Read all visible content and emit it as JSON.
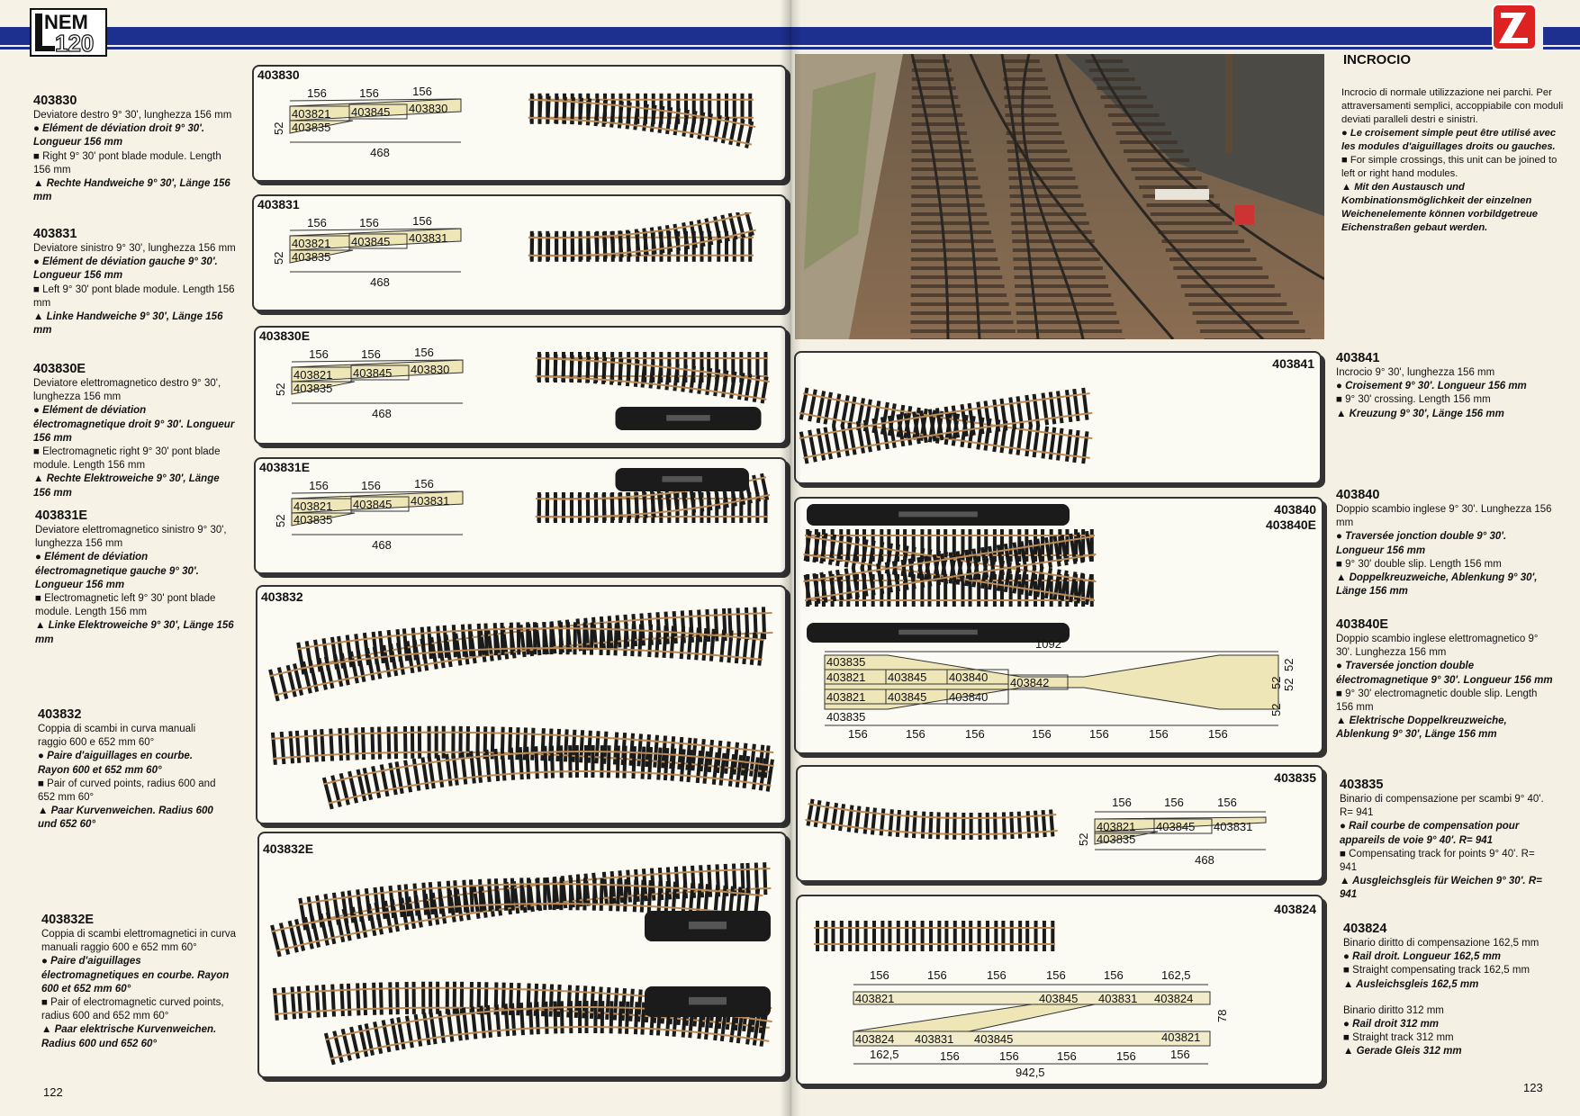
{
  "header": {
    "nem_top": "NEM",
    "nem_bottom": "120"
  },
  "left_page": {
    "page_number": "122",
    "items": [
      {
        "code": "403830",
        "it": "Deviatore destro 9° 30', lunghezza 156 mm",
        "fr": "Elément de déviation droit 9° 30'. Longueur 156 mm",
        "en": "Right 9° 30' pont blade module. Length 156 mm",
        "de": "Rechte Handweiche 9° 30', Länge 156 mm"
      },
      {
        "code": "403831",
        "it": "Deviatore sinistro 9° 30', lunghezza 156 mm",
        "fr": "Elément de déviation gauche 9° 30'. Longueur 156 mm",
        "en": "Left 9° 30' pont blade module. Length 156 mm",
        "de": "Linke Handweiche 9° 30', Länge 156 mm"
      },
      {
        "code": "403830E",
        "it": "Deviatore elettromagnetico destro 9° 30', lunghezza 156 mm",
        "fr": "Elément de déviation électromagnetique droit 9° 30'. Longueur 156 mm",
        "en": "Electromagnetic right 9° 30' pont blade module. Length 156 mm",
        "de": "Rechte Elektroweiche 9° 30', Länge 156 mm"
      },
      {
        "code": "403831E",
        "it": "Deviatore elettromagnetico sinistro 9° 30', lunghezza 156 mm",
        "fr": "Elément de déviation électromagnetique gauche 9° 30'. Longueur 156 mm",
        "en": "Electromagnetic left 9° 30' pont blade module. Length 156 mm",
        "de": "Linke Elektroweiche 9° 30', Länge 156 mm"
      },
      {
        "code": "403832",
        "it": "Coppia di scambi in curva manuali raggio 600 e 652 mm 60°",
        "fr": "Paire d'aiguillages en courbe. Rayon 600 et 652 mm 60°",
        "en": "Pair of curved points, radius 600 and 652 mm 60°",
        "de": "Paar Kurvenweichen. Radius 600 und 652 60°"
      },
      {
        "code": "403832E",
        "it": "Coppia di scambi elettromagnetici in curva manuali raggio 600 e 652 mm 60°",
        "fr": "Paire d'aiguillages électromagnetiques en courbe. Rayon 600 et 652 mm 60°",
        "en": "Pair of electromagnetic curved points, radius 600 and 652 mm 60°",
        "de": "Paar elektrische Kurvenweichen. Radius 600 und 652 60°"
      }
    ],
    "panels": [
      "403830",
      "403831",
      "403830E",
      "403831E",
      "403832",
      "403832E"
    ],
    "diagram": {
      "seg": "156",
      "width": "52",
      "length": "468",
      "a": "403821",
      "b": "403845",
      "r": "403830",
      "l": "403831",
      "low": "403835"
    }
  },
  "right_page": {
    "page_number": "123",
    "heading": "INCROCIO",
    "intro_it": "Incrocio di normale utilizzazione nei parchi. Per attraversamenti semplici, accoppiabile con moduli deviati paralleli destri e sinistri.",
    "intro_fr": "Le croisement simple peut être utilisé avec les modules d'aiguillages droits ou gauches.",
    "intro_en": "For simple crossings, this unit can be joined to left or right hand modules.",
    "intro_de": "Mit den Austausch und Kombinationsmöglichkeit der einzelnen Weichenelemente können vorbildgetreue Eichenstraßen gebaut werden.",
    "items": [
      {
        "code": "403841",
        "it": "Incrocio 9° 30', lunghezza 156 mm",
        "fr": "Croisement 9° 30'. Longueur 156 mm",
        "en": "9° 30' crossing. Length 156 mm",
        "de": "Kreuzung 9° 30', Länge 156 mm"
      },
      {
        "code": "403840",
        "it": "Doppio scambio inglese 9° 30'. Lunghezza 156 mm",
        "fr": "Traversée jonction double 9° 30'. Longueur 156 mm",
        "en": "9° 30' double slip. Length 156 mm",
        "de": "Doppelkreuzweiche, Ablenkung 9° 30', Länge 156 mm"
      },
      {
        "code": "403840E",
        "it": "Doppio scambio inglese elettromagnetico 9° 30'. Lunghezza 156 mm",
        "fr": "Traversée jonction double électromagnetique 9° 30'. Longueur 156 mm",
        "en": "9° 30' electromagnetic double slip. Length 156 mm",
        "de": "Elektrische Doppelkreuzweiche, Ablenkung 9° 30', Länge 156 mm"
      },
      {
        "code": "403835",
        "it": "Binario di compensazione per scambi 9° 40'. R= 941",
        "fr": "Rail courbe de compensation pour appareils de voie 9° 40'. R= 941",
        "en": "Compensating track for points 9° 40'. R= 941",
        "de": "Ausgleichsgleis für Weichen 9° 30'. R= 941"
      },
      {
        "code": "403824",
        "it": "Binario diritto di compensazione 162,5 mm",
        "fr": "Rail droit. Longueur 162,5 mm",
        "en": "Straight compensating track 162,5 mm",
        "de": "Ausleichsgleis 162,5 mm"
      }
    ],
    "extra": {
      "it": "Binario diritto 312 mm",
      "fr": "Rail droit 312 mm",
      "en": "Straight track 312 mm",
      "de": "Gerade Gleis 312 mm"
    },
    "panels": {
      "p1": "403841",
      "p2a": "403840",
      "p2b": "403840E",
      "p3": "403835",
      "p4": "403824"
    },
    "double_diagram": {
      "total": "1092",
      "c1": "403835",
      "c2": "403821",
      "c3": "403845",
      "c4": "403840",
      "c5": "403842",
      "w": "52",
      "seg": "156"
    },
    "comp_diagram": {
      "seg": "156",
      "w": "52",
      "len": "468",
      "a": "403821",
      "b": "403845",
      "c": "403831",
      "low": "403835"
    },
    "straight_diagram": {
      "s1": "156",
      "s6": "162,5",
      "a": "403821",
      "b": "403845",
      "c": "403831",
      "d": "403824",
      "e": "403824",
      "f": "403831",
      "g": "403845",
      "h": "403821",
      "w": "78",
      "b1": "162,5",
      "b2": "156",
      "total": "942,5"
    }
  },
  "colors": {
    "band": "#1d2f8f",
    "rail": "#b98a55",
    "tie": "#1a1a1a",
    "paper": "#f6f3e6"
  }
}
